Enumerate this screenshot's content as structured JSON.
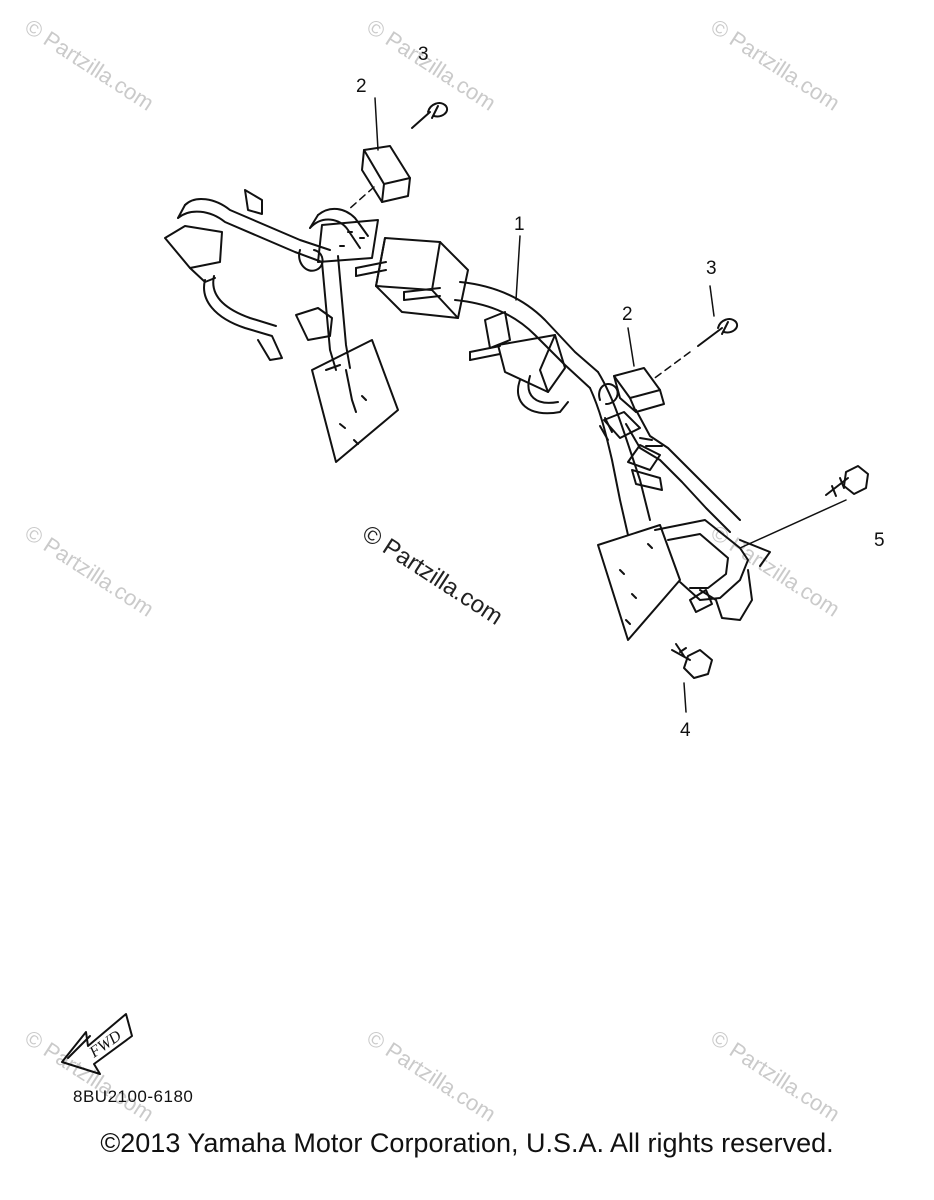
{
  "callouts": {
    "c1": "1",
    "c2a": "2",
    "c2b": "2",
    "c3a": "3",
    "c3b": "3",
    "c4": "4",
    "c5": "5"
  },
  "fwd_label": "FWD",
  "diagram_code": "8BU2100-6180",
  "watermark_text": "© Partzilla.com",
  "copyright": "©2013 Yamaha Motor Corporation, U.S.A. All rights reserved.",
  "colors": {
    "line": "#111111",
    "watermark": "#b9b9b9",
    "background": "#ffffff"
  }
}
